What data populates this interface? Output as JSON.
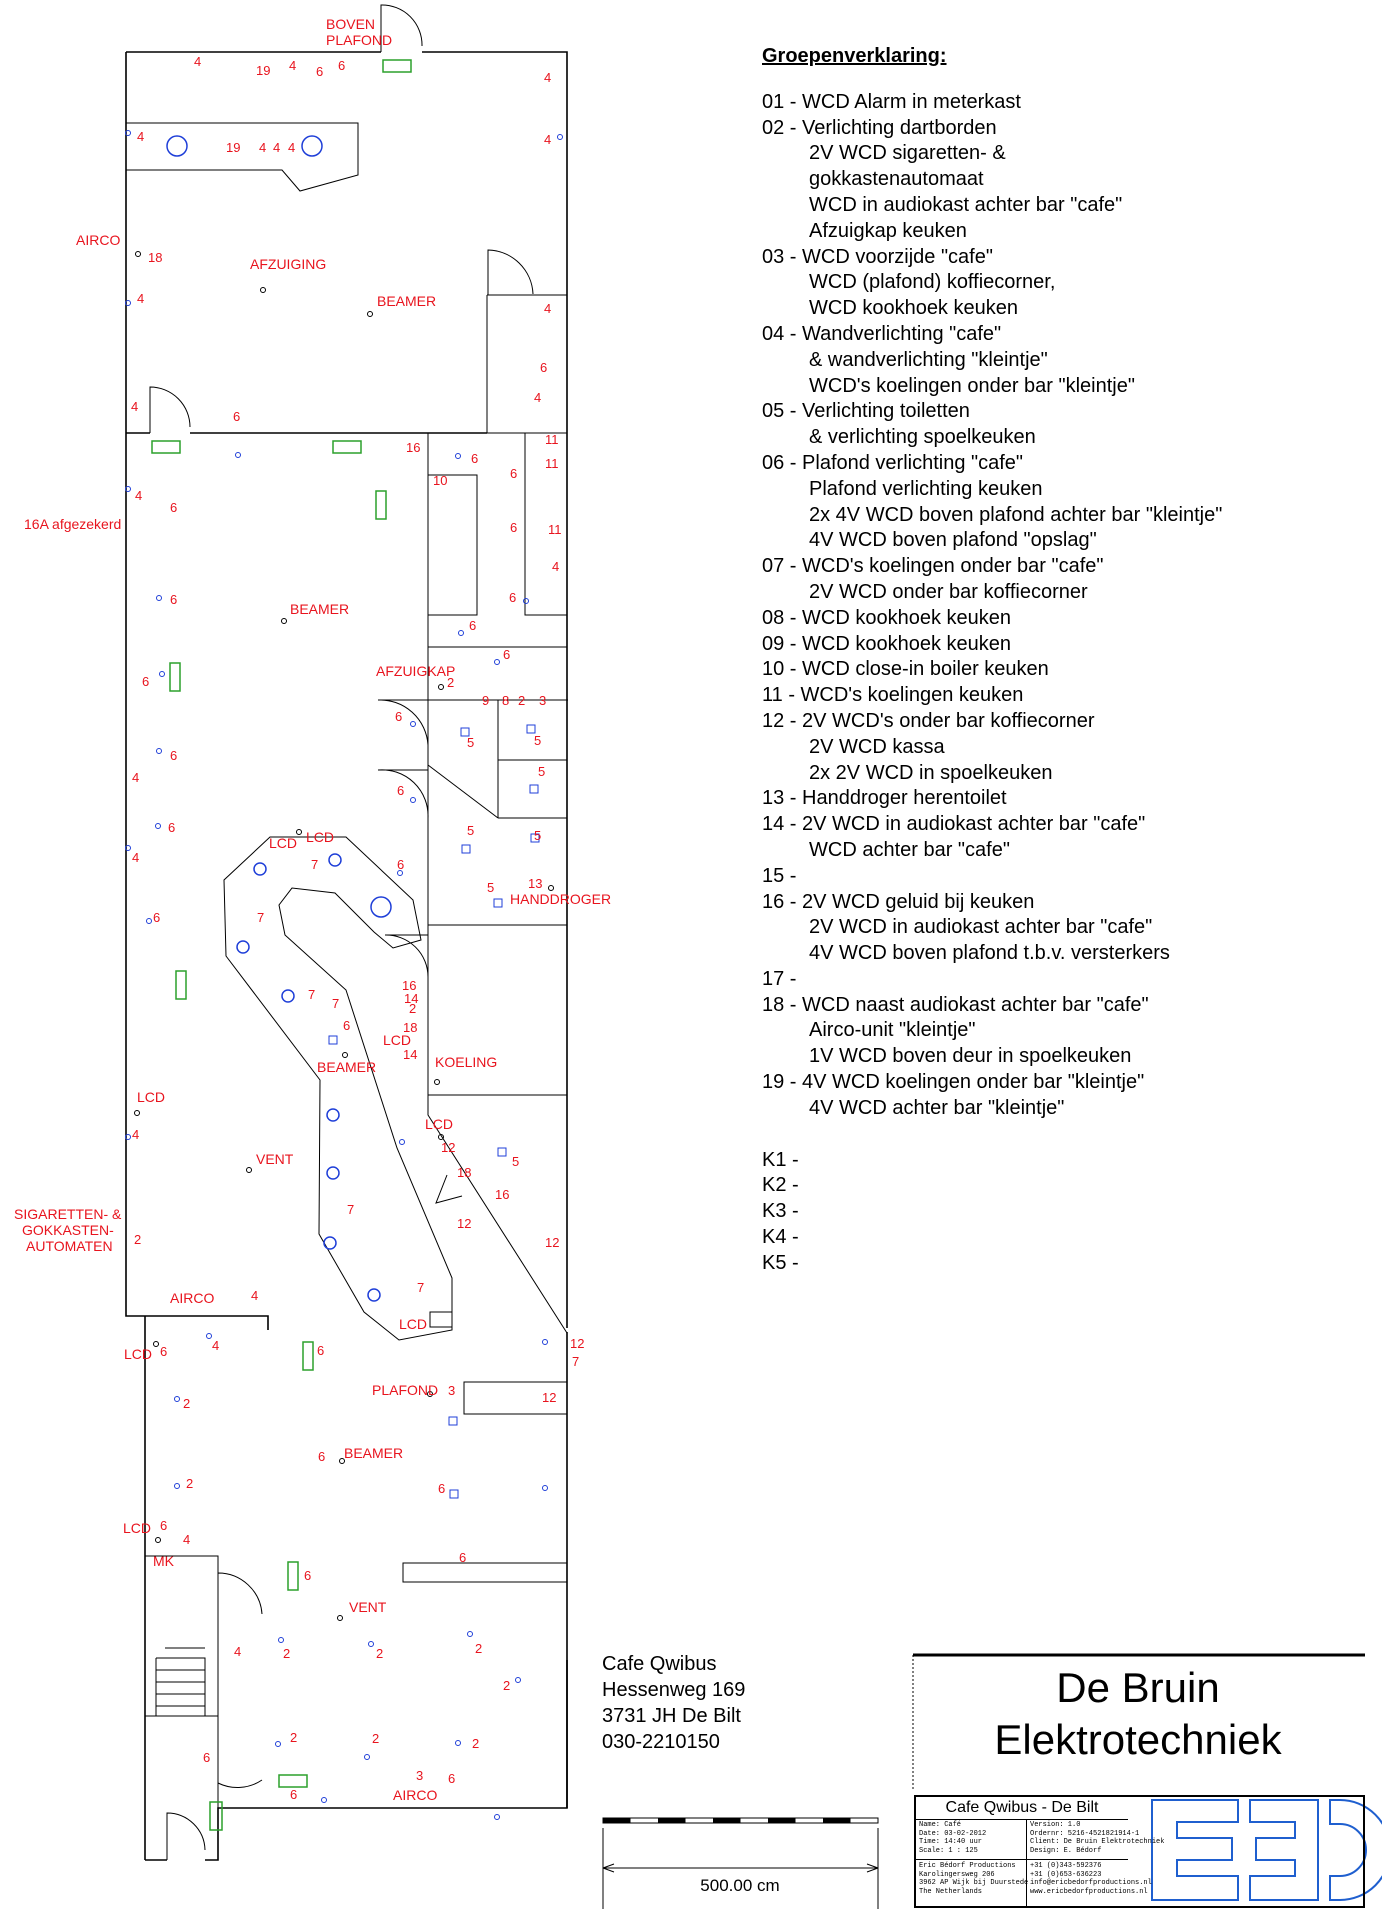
{
  "legend": {
    "title": "Groepenverklaring:",
    "groups": [
      {
        "code": "01 - ",
        "lines": [
          "WCD Alarm in meterkast"
        ]
      },
      {
        "code": "02 - ",
        "lines": [
          "Verlichting dartborden",
          "2V WCD sigaretten- &",
          "gokkastenautomaat",
          "WCD in audiokast achter bar \"cafe\"",
          "Afzuigkap keuken"
        ]
      },
      {
        "code": "03 - ",
        "lines": [
          "WCD voorzijde \"cafe\"",
          "WCD (plafond) koffiecorner,",
          "WCD kookhoek keuken"
        ]
      },
      {
        "code": "04 - ",
        "lines": [
          "Wandverlichting \"cafe\"",
          "& wandverlichting \"kleintje\"",
          "WCD's koelingen onder bar \"kleintje\""
        ]
      },
      {
        "code": "05 - ",
        "lines": [
          "Verlichting toiletten",
          "& verlichting spoelkeuken"
        ]
      },
      {
        "code": "06 - ",
        "lines": [
          "Plafond verlichting \"cafe\"",
          "Plafond verlichting keuken",
          "2x 4V WCD boven plafond achter bar \"kleintje\"",
          "4V WCD boven plafond \"opslag\""
        ]
      },
      {
        "code": "07 - ",
        "lines": [
          "WCD's koelingen onder bar \"cafe\"",
          "2V WCD onder bar koffiecorner"
        ]
      },
      {
        "code": "08 - ",
        "lines": [
          "WCD kookhoek keuken"
        ]
      },
      {
        "code": "09 - ",
        "lines": [
          "WCD kookhoek keuken"
        ]
      },
      {
        "code": "10 - ",
        "lines": [
          "WCD close-in boiler keuken"
        ]
      },
      {
        "code": "11 - ",
        "lines": [
          "WCD's koelingen keuken"
        ]
      },
      {
        "code": "12 - ",
        "lines": [
          "2V WCD's onder bar koffiecorner",
          "2V WCD kassa",
          "2x 2V WCD in spoelkeuken"
        ]
      },
      {
        "code": "13 - ",
        "lines": [
          "Handdroger herentoilet"
        ]
      },
      {
        "code": "14 - ",
        "lines": [
          "2V WCD in audiokast achter bar \"cafe\"",
          "WCD achter bar \"cafe\""
        ]
      },
      {
        "code": "15 - ",
        "lines": []
      },
      {
        "code": "16 - ",
        "lines": [
          "2V WCD geluid bij keuken",
          "2V WCD in audiokast achter bar \"cafe\"",
          "4V WCD boven plafond t.b.v. versterkers"
        ]
      },
      {
        "code": "17 - ",
        "lines": []
      },
      {
        "code": "18 - ",
        "lines": [
          "WCD naast audiokast achter bar \"cafe\"",
          "Airco-unit \"kleintje\"",
          "1V WCD boven deur in spoelkeuken"
        ]
      },
      {
        "code": "19 - ",
        "lines": [
          "4V WCD koelingen onder bar \"kleintje\"",
          "4V WCD achter bar \"kleintje\""
        ]
      }
    ],
    "k_groups": [
      "K1 -",
      "K2 -",
      "K3 -",
      "K4 -",
      "K5 -"
    ]
  },
  "address": {
    "line1": "Cafe Qwibus",
    "line2": "Hessenweg 169",
    "line3": "3731 JH De Bilt",
    "line4": "030-2210150"
  },
  "company": {
    "line1": "De Bruin",
    "line2": "Elektrotechniek"
  },
  "scale_bar": {
    "label": "500.00 cm"
  },
  "title_block": {
    "title": "Cafe Qwibus - De Bilt",
    "left": [
      "Name: Café",
      "Date: 03-02-2012",
      "Time: 14:40 uur",
      "Scale: 1 : 125"
    ],
    "mid": [
      "Version: 1.0",
      "Ordernr: 5216-4521821914-1",
      "Client: De Bruin Elektrotechniek",
      "Design: E. Bédorf"
    ],
    "addr_left": [
      "Eric Bédorf Productions",
      "Karolingersweg 206",
      "3962 AP Wijk bij Duurstede",
      "The Netherlands"
    ],
    "addr_right": [
      "+31 (0)343-592376",
      "+31 (0)653-636223",
      "info@ericbedorfproductions.nl",
      "www.ericbedorfproductions.nl"
    ]
  },
  "plan": {
    "room_labels": [
      [
        "BOVEN",
        326,
        29
      ],
      [
        "PLAFOND",
        326,
        45
      ],
      [
        "AIRCO",
        76,
        245
      ],
      [
        "AFZUIGING",
        250,
        269
      ],
      [
        "BEAMER",
        377,
        306
      ],
      [
        "16A afgezekerd",
        24,
        529
      ],
      [
        "BEAMER",
        290,
        614
      ],
      [
        "AFZUIGKAP",
        376,
        676
      ],
      [
        "LCD",
        269,
        848
      ],
      [
        "LCD",
        306,
        842
      ],
      [
        "HANDDROGER",
        510,
        904
      ],
      [
        "BEAMER",
        317,
        1072
      ],
      [
        "LCD",
        383,
        1045
      ],
      [
        "KOELING",
        435,
        1067
      ],
      [
        "LCD",
        137,
        1102
      ],
      [
        "VENT",
        256,
        1164
      ],
      [
        "LCD",
        425,
        1129
      ],
      [
        "SIGARETTEN- &",
        14,
        1219
      ],
      [
        "GOKKASTEN-",
        22,
        1235
      ],
      [
        "AUTOMATEN",
        26,
        1251
      ],
      [
        "AIRCO",
        170,
        1303
      ],
      [
        "LCD",
        124,
        1359
      ],
      [
        "LCD",
        399,
        1329
      ],
      [
        "PLAFOND",
        372,
        1395
      ],
      [
        "BEAMER",
        344,
        1458
      ],
      [
        "LCD",
        123,
        1533
      ],
      [
        "MK",
        153,
        1566
      ],
      [
        "VENT",
        349,
        1612
      ],
      [
        "AIRCO",
        393,
        1800
      ]
    ],
    "circuit_numbers": [
      [
        "4",
        194,
        66
      ],
      [
        "19",
        256,
        75
      ],
      [
        "4",
        289,
        70
      ],
      [
        "6",
        316,
        76
      ],
      [
        "6",
        338,
        70
      ],
      [
        "4",
        544,
        82
      ],
      [
        "4",
        137,
        141
      ],
      [
        "19",
        226,
        152
      ],
      [
        "4",
        259,
        152
      ],
      [
        "4",
        273,
        152
      ],
      [
        "4",
        288,
        152
      ],
      [
        "4",
        544,
        144
      ],
      [
        "18",
        148,
        262
      ],
      [
        "4",
        137,
        303
      ],
      [
        "4",
        544,
        313
      ],
      [
        "6",
        540,
        372
      ],
      [
        "4",
        534,
        402
      ],
      [
        "4",
        131,
        411
      ],
      [
        "6",
        233,
        421
      ],
      [
        "16",
        406,
        452
      ],
      [
        "6",
        471,
        463
      ],
      [
        "11",
        545,
        444
      ],
      [
        "6",
        510,
        478
      ],
      [
        "11",
        545,
        468
      ],
      [
        "4",
        135,
        500
      ],
      [
        "6",
        170,
        512
      ],
      [
        "10",
        433,
        485
      ],
      [
        "6",
        510,
        532
      ],
      [
        "11",
        548,
        534
      ],
      [
        "4",
        552,
        571
      ],
      [
        "6",
        170,
        604
      ],
      [
        "6",
        509,
        602
      ],
      [
        "6",
        469,
        630
      ],
      [
        "6",
        503,
        659
      ],
      [
        "6",
        142,
        686
      ],
      [
        "2",
        447,
        687
      ],
      [
        "9",
        482,
        705
      ],
      [
        "8",
        502,
        705
      ],
      [
        "2",
        518,
        705
      ],
      [
        "3",
        539,
        705
      ],
      [
        "6",
        395,
        721
      ],
      [
        "5",
        467,
        747
      ],
      [
        "5",
        534,
        745
      ],
      [
        "6",
        170,
        760
      ],
      [
        "4",
        132,
        782
      ],
      [
        "5",
        538,
        776
      ],
      [
        "6",
        397,
        795
      ],
      [
        "6",
        168,
        832
      ],
      [
        "5",
        467,
        835
      ],
      [
        "5",
        534,
        840
      ],
      [
        "4",
        132,
        862
      ],
      [
        "7",
        311,
        869
      ],
      [
        "6",
        397,
        869
      ],
      [
        "5",
        487,
        892
      ],
      [
        "13",
        528,
        888
      ],
      [
        "6",
        153,
        922
      ],
      [
        "7",
        257,
        922
      ],
      [
        "16",
        402,
        990
      ],
      [
        "14",
        404,
        1003
      ],
      [
        "2",
        409,
        1013
      ],
      [
        "7",
        308,
        999
      ],
      [
        "7",
        332,
        1008
      ],
      [
        "6",
        343,
        1030
      ],
      [
        "18",
        403,
        1032
      ],
      [
        "14",
        403,
        1059
      ],
      [
        "12",
        441,
        1152
      ],
      [
        "5",
        512,
        1166
      ],
      [
        "18",
        457,
        1177
      ],
      [
        "16",
        495,
        1199
      ],
      [
        "4",
        132,
        1139
      ],
      [
        "7",
        347,
        1214
      ],
      [
        "12",
        457,
        1228
      ],
      [
        "12",
        545,
        1247
      ],
      [
        "2",
        134,
        1244
      ],
      [
        "4",
        251,
        1300
      ],
      [
        "7",
        417,
        1292
      ],
      [
        "4",
        212,
        1350
      ],
      [
        "6",
        160,
        1356
      ],
      [
        "6",
        317,
        1355
      ],
      [
        "12",
        570,
        1348
      ],
      [
        "7",
        572,
        1366
      ],
      [
        "3",
        448,
        1395
      ],
      [
        "12",
        542,
        1402
      ],
      [
        "2",
        183,
        1408
      ],
      [
        "6",
        318,
        1461
      ],
      [
        "2",
        186,
        1488
      ],
      [
        "6",
        438,
        1493
      ],
      [
        "6",
        160,
        1530
      ],
      [
        "4",
        183,
        1544
      ],
      [
        "6",
        459,
        1562
      ],
      [
        "6",
        304,
        1580
      ],
      [
        "4",
        234,
        1656
      ],
      [
        "2",
        283,
        1658
      ],
      [
        "2",
        376,
        1658
      ],
      [
        "2",
        475,
        1653
      ],
      [
        "2",
        503,
        1690
      ],
      [
        "2",
        290,
        1742
      ],
      [
        "2",
        372,
        1743
      ],
      [
        "2",
        472,
        1748
      ],
      [
        "6",
        203,
        1762
      ],
      [
        "3",
        416,
        1780
      ],
      [
        "6",
        448,
        1783
      ],
      [
        "6",
        290,
        1799
      ]
    ]
  }
}
